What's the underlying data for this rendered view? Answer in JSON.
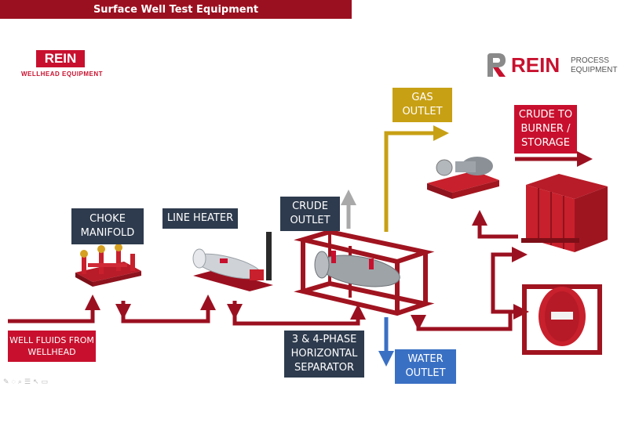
{
  "header": {
    "title": "Surface Well Test Equipment",
    "logo_left": {
      "name": "REIN",
      "sub": "WELLHEAD EQUIPMENT"
    },
    "logo_right": {
      "name": "REIN",
      "sub1": "PROCESS",
      "sub2": "EQUIPMENT"
    }
  },
  "labels": {
    "choke": "CHOKE\nMANIFOLD",
    "heater": "LINE HEATER",
    "crude_outlet": "CRUDE\nOUTLET",
    "gas_outlet": "GAS\nOUTLET",
    "crude_burner": "CRUDE TO\nBURNER /\nSTORAGE",
    "well_fluids": "WELL FLUIDS FROM\nWELLHEAD",
    "separator": "3 & 4-PHASE\nHORIZONTAL\nSEPARATOR",
    "water_outlet": "WATER\nOUTLET"
  },
  "colors": {
    "flow_red": "#9b1020",
    "gas": "#c8a014",
    "water": "#3a70c4",
    "crude_up": "#a9a9a9",
    "navy": "#2e3b4e",
    "label_red": "#c8102e"
  }
}
